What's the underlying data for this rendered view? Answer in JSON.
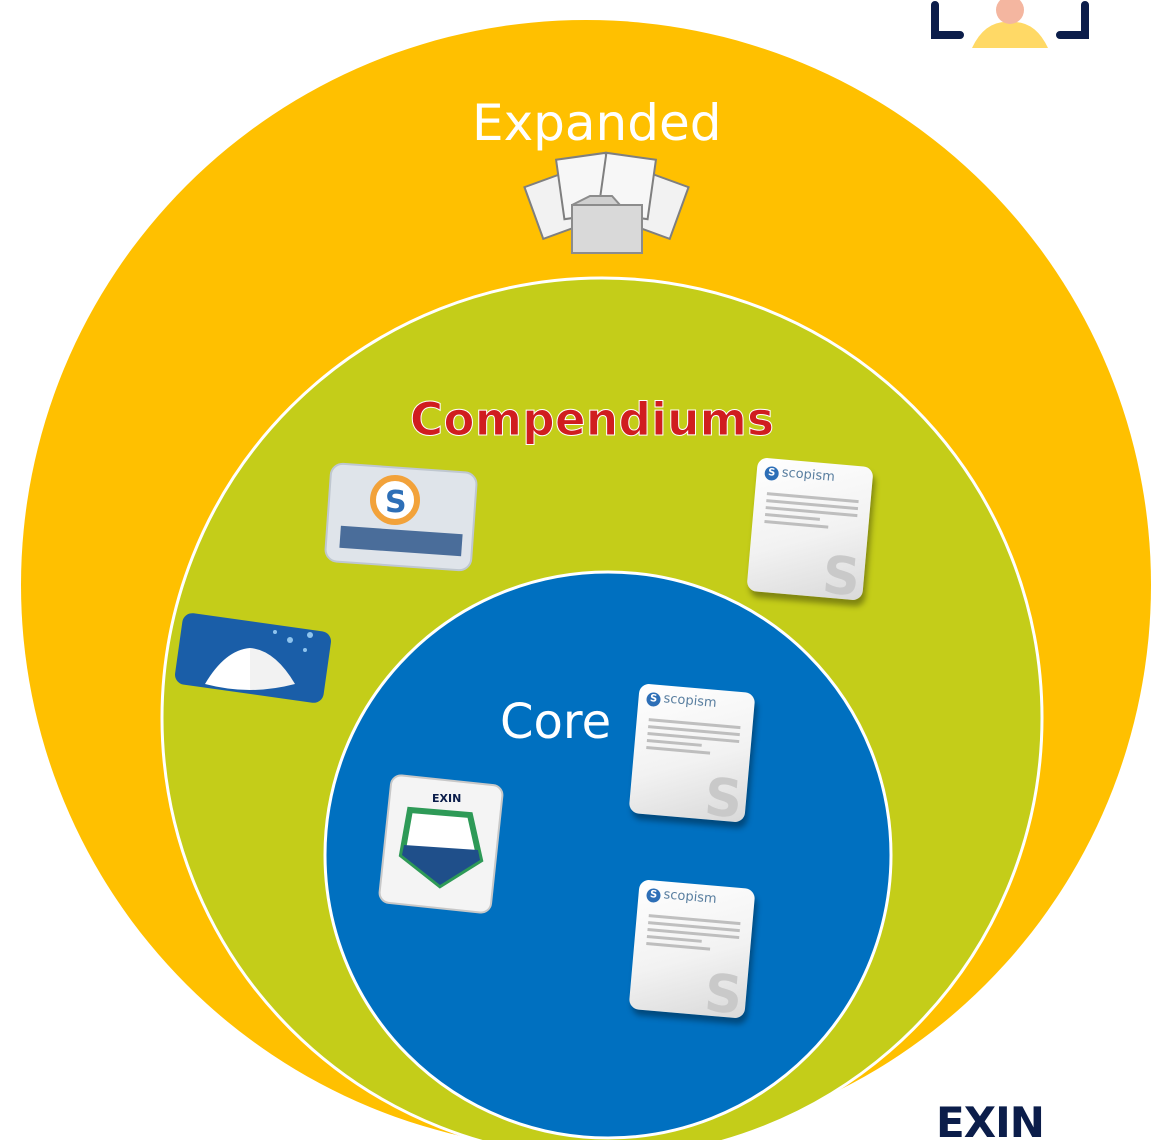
{
  "diagram": {
    "circles": [
      {
        "label": "Expanded",
        "color": "#ffc000"
      },
      {
        "label": "Compendiums",
        "color": "#c4cd19",
        "label_color": "#d01d1f"
      },
      {
        "label": "Core",
        "color": "#0070c0"
      }
    ]
  },
  "documents": {
    "brand_label": "scopism"
  },
  "corner_logo": {
    "text": "EXIN",
    "color": "#0b1d4a"
  },
  "top_icon": {
    "name": "person-icon",
    "bracket_color": "#0b1d4a",
    "figure_color": "#ffd966"
  }
}
